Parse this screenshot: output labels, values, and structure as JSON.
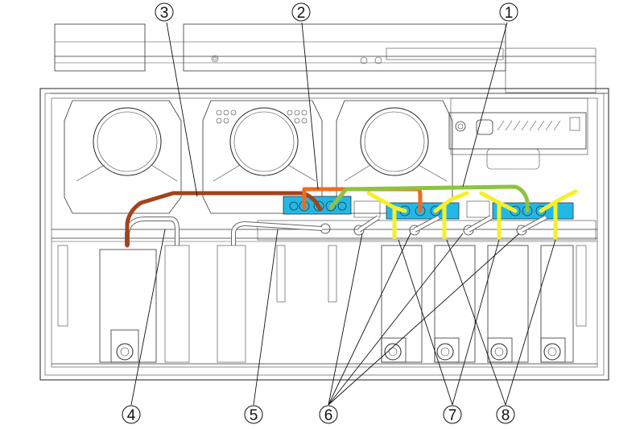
{
  "diagram": {
    "callouts": [
      {
        "id": "1",
        "label": "1"
      },
      {
        "id": "2",
        "label": "2"
      },
      {
        "id": "3",
        "label": "3"
      },
      {
        "id": "4",
        "label": "4"
      },
      {
        "id": "5",
        "label": "5"
      },
      {
        "id": "6",
        "label": "6"
      },
      {
        "id": "7",
        "label": "7"
      },
      {
        "id": "8",
        "label": "8"
      }
    ],
    "colors": {
      "cable_brown": "#a3431b",
      "cable_orange": "#f26a1b",
      "cable_green": "#8cc43f",
      "cable_yellow": "#f5ef2a",
      "bracket_blue": "#22b8e6",
      "line": "#222222"
    }
  }
}
